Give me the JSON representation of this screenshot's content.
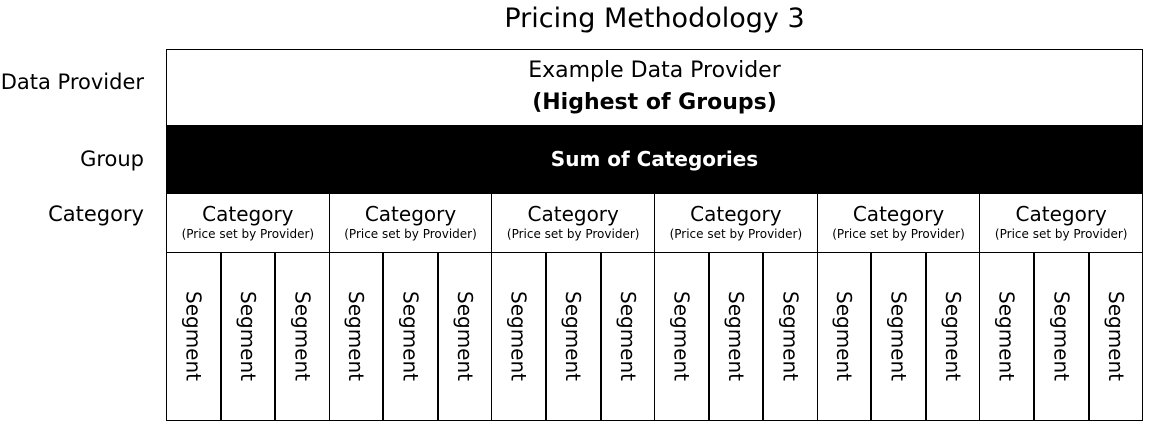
{
  "title": "Pricing Methodology 3",
  "row_labels": {
    "data_provider": "Data Provider",
    "group": "Group",
    "category": "Category"
  },
  "provider": {
    "name": "Example Data Provider",
    "rule": "(Highest of Groups)"
  },
  "group": {
    "label": "Sum of Categories"
  },
  "categories": [
    {
      "name": "Category",
      "note": "(Price set by Provider)",
      "segments": [
        "Segment",
        "Segment",
        "Segment"
      ]
    },
    {
      "name": "Category",
      "note": "(Price set by Provider)",
      "segments": [
        "Segment",
        "Segment",
        "Segment"
      ]
    },
    {
      "name": "Category",
      "note": "(Price set by Provider)",
      "segments": [
        "Segment",
        "Segment",
        "Segment"
      ]
    },
    {
      "name": "Category",
      "note": "(Price set by Provider)",
      "segments": [
        "Segment",
        "Segment",
        "Segment"
      ]
    },
    {
      "name": "Category",
      "note": "(Price set by Provider)",
      "segments": [
        "Segment",
        "Segment",
        "Segment"
      ]
    },
    {
      "name": "Category",
      "note": "(Price set by Provider)",
      "segments": [
        "Segment",
        "Segment",
        "Segment"
      ]
    }
  ]
}
